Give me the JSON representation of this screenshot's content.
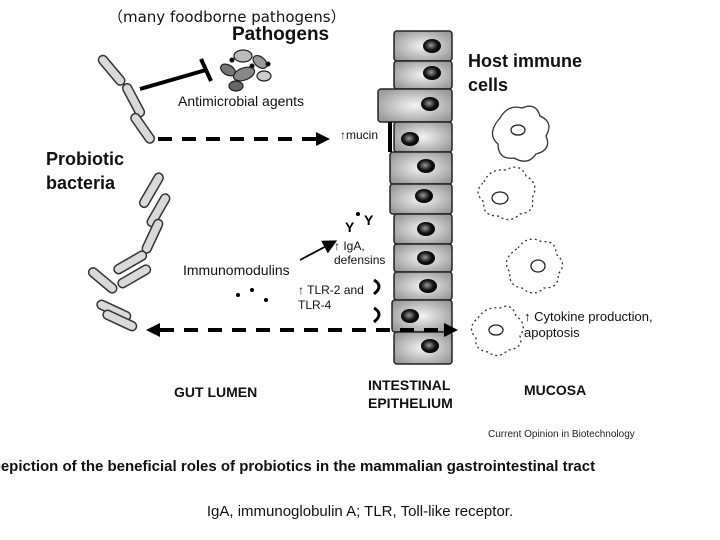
{
  "annotation": "（many foodborne pathogens）",
  "labels": {
    "pathogens": "Pathogens",
    "antimicrobial_agents": "Antimicrobial agents",
    "probiotic_bacteria": "Probiotic bacteria",
    "host_immune_cells": "Host immune cells",
    "mucin": "↑mucin",
    "immunomodulins": "Immunomodulins",
    "iga_defensins": "↑ IgA, defensins",
    "tlr": "↑ TLR-2 and TLR-4",
    "cytokine": "↑ Cytokine production, apoptosis",
    "gut_lumen": "GUT LUMEN",
    "intestinal_epithelium": "INTESTINAL EPITHELIUM",
    "mucosa": "MUCOSA",
    "source": "Current Opinion in Biotechnology"
  },
  "caption": "Depiction of the beneficial roles of probiotics in the mammalian gastrointestinal tract",
  "footnote": "IgA, immunoglobulin A; TLR, Toll-like receptor."
}
